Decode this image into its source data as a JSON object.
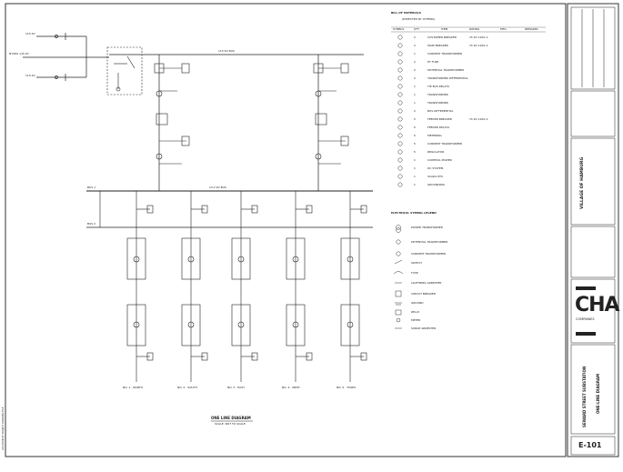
{
  "drawing": {
    "title": "ONE LINE DIAGRAM",
    "subtitle": "SCALE: NOT TO SCALE",
    "sheet_number": "E-101",
    "project_title": "SEWARD STREET SUBSTATION",
    "sheet_title": "ONE-LINE DIAGRAM",
    "client": "VILLAGE OF HAMBURG",
    "firm_name": "CHA",
    "firm_sub": "COMPANIES",
    "side_note": "LOCATION OF PROJECT DRAWING FILE"
  },
  "bill_of_materials": {
    "heading": "BILL OF MATERIALS",
    "subheading": "(EXPECTED BY OTHERS)",
    "columns": [
      "SYMBOL",
      "QTY",
      "ITEM",
      "RATING",
      "MFG",
      "REMARKS"
    ],
    "rows": [
      [
        "1",
        "2",
        "CUSTOMER BREAKER",
        "15 KV 1200 A",
        "",
        ""
      ],
      [
        "2",
        "2",
        "MAIN BREAKER",
        "15 KV 1200 A",
        "",
        ""
      ],
      [
        "3",
        "1",
        "CURRENT TRANSFORMER",
        "",
        "",
        ""
      ],
      [
        "4",
        "2",
        "PT FUSE",
        "",
        "",
        ""
      ],
      [
        "5",
        "2",
        "POTENTIAL TRANSFORMER",
        "",
        "",
        ""
      ],
      [
        "6",
        "2",
        "TRANSFORMER DIFFERENTIAL",
        "",
        "",
        ""
      ],
      [
        "7",
        "1",
        "TIE BUS RELAYS",
        "",
        "",
        ""
      ],
      [
        "8",
        "1",
        "TRANSFORMER",
        "",
        "",
        ""
      ],
      [
        "9",
        "1",
        "TRANSFORMER",
        "",
        "",
        ""
      ],
      [
        "10",
        "2",
        "BUS DIFFERENTIAL",
        "",
        "",
        ""
      ],
      [
        "11",
        "5",
        "FEEDER BREAKER",
        "15 KV 1200 A",
        "",
        ""
      ],
      [
        "12",
        "5",
        "FEEDER RELAYS",
        "",
        "",
        ""
      ],
      [
        "13",
        "5",
        "METERING",
        "",
        "",
        ""
      ],
      [
        "14",
        "5",
        "CURRENT TRANSFORMER",
        "",
        "",
        ""
      ],
      [
        "15",
        "5",
        "REGULATOR",
        "",
        "",
        ""
      ],
      [
        "16",
        "1",
        "CONTROL POWER",
        "",
        "",
        ""
      ],
      [
        "17",
        "1",
        "DC SYSTEM",
        "",
        "",
        ""
      ],
      [
        "18",
        "1",
        "SCADA RTU",
        "",
        "",
        ""
      ],
      [
        "19",
        "1",
        "GROUNDING",
        "",
        "",
        ""
      ]
    ]
  },
  "legend": {
    "heading": "ELECTRICAL SYMBOL LEGEND",
    "items": [
      "POWER TRANSFORMER",
      "POTENTIAL TRANSFORMER",
      "CURRENT TRANSFORMER",
      "SWITCH",
      "FUSE",
      "LIGHTNING ARRESTER",
      "CIRCUIT BREAKER",
      "GROUND",
      "RELAY",
      "METER",
      "SURGE ARRESTER"
    ]
  },
  "diagram_labels": {
    "incoming_1": "115 KV",
    "incoming_2": "115 KV",
    "utility": "NYSEG 115 KV",
    "upper_bus": "115 KV BUS",
    "lower_bus": "13.2 KV BUS",
    "bus_1": "BUS 1",
    "bus_2": "BUS 2",
    "feeders": [
      "NO. 1 - NORTH",
      "NO. 2 - SOUTH",
      "NO. 3 - EAST",
      "NO. 4 - WEST",
      "NO. 5 - TOWN"
    ]
  }
}
